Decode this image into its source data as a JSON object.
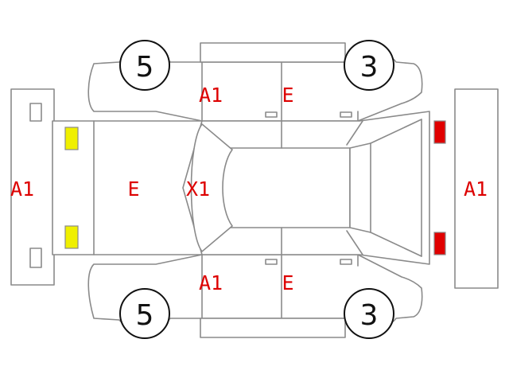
{
  "colors": {
    "outline": "#8a8a8a",
    "label": "#dd0000",
    "front_lamp": "#f0f000",
    "rear_lamp": "#e00000",
    "wheel_number": "#111111"
  },
  "wheels": {
    "front_top": "5",
    "rear_top": "3",
    "front_bottom": "5",
    "rear_bottom": "3"
  },
  "labels": {
    "front_bumper": "A1",
    "hood": "E",
    "windshield": "X1",
    "rear_bumper": "A1",
    "top_front_door": "A1",
    "top_rear_door": "E",
    "bottom_front_door": "A1",
    "bottom_rear_door": "E"
  }
}
